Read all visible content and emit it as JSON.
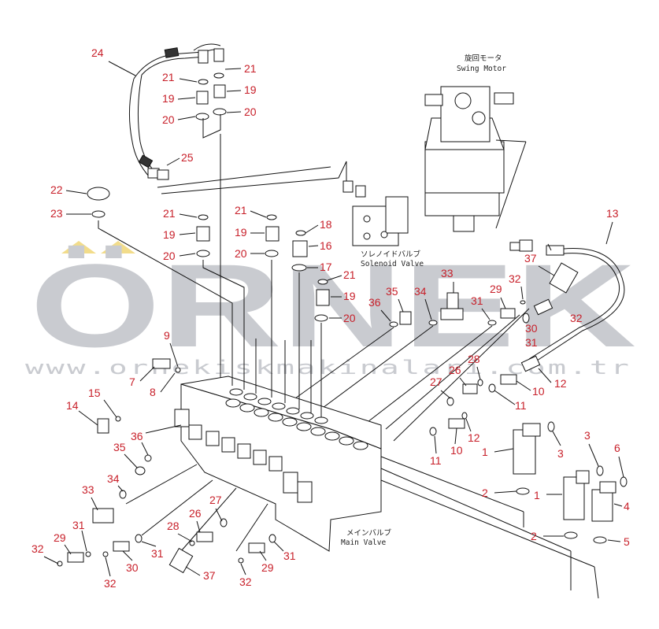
{
  "watermark": {
    "brand": "ÖRNEK",
    "url": "www.ornekiskmakinalari.com.tr"
  },
  "labels": {
    "swing_motor_jp": "旋回モータ",
    "swing_motor_en": "Swing Motor",
    "solenoid_valve_jp": "ソレノイドバルブ",
    "solenoid_valve_en": "Solenoid Valve",
    "main_valve_jp": "メインバルブ",
    "main_valve_en": "Main Valve"
  },
  "callouts": [
    "24",
    "21",
    "21",
    "19",
    "19",
    "20",
    "20",
    "25",
    "22",
    "23",
    "21",
    "21",
    "19",
    "19",
    "20",
    "20",
    "18",
    "16",
    "17",
    "21",
    "19",
    "20",
    "13",
    "37",
    "33",
    "35",
    "36",
    "34",
    "31",
    "29",
    "32",
    "30",
    "31",
    "32",
    "9",
    "7",
    "8",
    "15",
    "14",
    "36",
    "35",
    "34",
    "33",
    "31",
    "32",
    "29",
    "32",
    "30",
    "31",
    "28",
    "27",
    "26",
    "37",
    "29",
    "32",
    "31",
    "27",
    "26",
    "28",
    "12",
    "10",
    "11",
    "12",
    "10",
    "11",
    "1",
    "3",
    "3",
    "6",
    "2",
    "1",
    "4",
    "2",
    "5"
  ]
}
